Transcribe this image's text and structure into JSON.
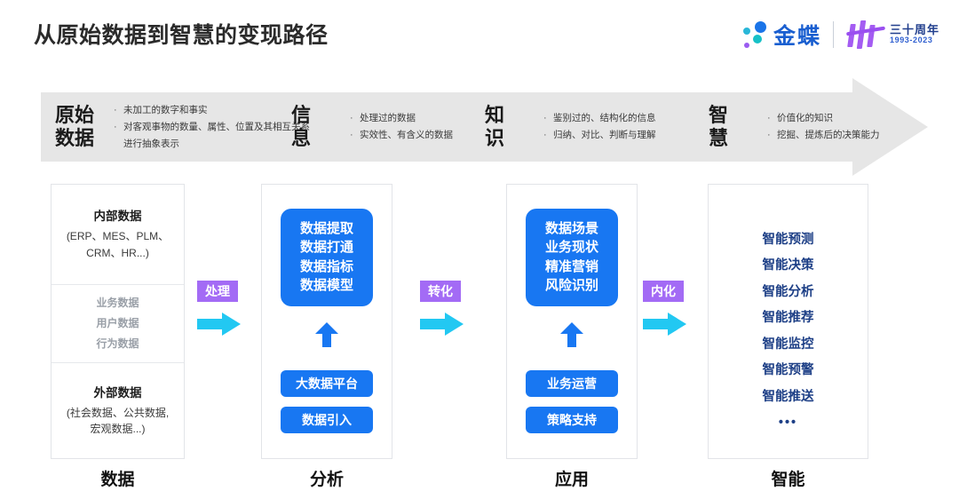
{
  "header": {
    "title": "从原始数据到智慧的变现路径",
    "brand": {
      "name": "金蝶",
      "anniversary_title": "三十周年",
      "anniversary_years": "1993-2023"
    }
  },
  "banner": {
    "segments": [
      {
        "keyword_line1": "原始",
        "keyword_line2": "数据",
        "bullets": [
          "未加工的数字和事实",
          "对客观事物的数量、属性、位置及其相互关系进行抽象表示"
        ]
      },
      {
        "keyword_line1": "信",
        "keyword_line2": "息",
        "bullets": [
          "处理过的数据",
          "实效性、有含义的数据"
        ]
      },
      {
        "keyword_line1": "知",
        "keyword_line2": "识",
        "bullets": [
          "鉴别过的、结构化的信息",
          "归纳、对比、判断与理解"
        ]
      },
      {
        "keyword_line1": "智",
        "keyword_line2": "慧",
        "bullets": [
          "价值化的知识",
          "挖掘、提炼后的决策能力"
        ]
      }
    ]
  },
  "columns": {
    "data": {
      "footer_label": "数据",
      "internal_title": "内部数据",
      "internal_sub_line1": "(ERP、MES、PLM、",
      "internal_sub_line2": "CRM、HR...)",
      "middle_items": [
        "业务数据",
        "用户数据",
        "行为数据"
      ],
      "external_title": "外部数据",
      "external_sub_line1": "(社会数据、公共数据,",
      "external_sub_line2": "宏观数据...)"
    },
    "analysis": {
      "footer_label": "分析",
      "main_items": [
        "数据提取",
        "数据打通",
        "数据指标",
        "数据模型"
      ],
      "pill1": "大数据平台",
      "pill2": "数据引入"
    },
    "application": {
      "footer_label": "应用",
      "main_items": [
        "数据场景",
        "业务现状",
        "精准营销",
        "风险识别"
      ],
      "pill1": "业务运营",
      "pill2": "策略支持"
    },
    "intelligence": {
      "footer_label": "智能",
      "items": [
        "智能预测",
        "智能决策",
        "智能分析",
        "智能推荐",
        "智能监控",
        "智能预警",
        "智能推送"
      ],
      "ellipsis": "•••"
    }
  },
  "connectors": [
    {
      "label": "处理"
    },
    {
      "label": "转化"
    },
    {
      "label": "内化"
    }
  ],
  "colors": {
    "accent_blue": "#1877f2",
    "deep_blue": "#1d3f86",
    "purple": "#a36bf5",
    "cyan": "#22c8f2",
    "band_gray": "#e6e6e6"
  }
}
